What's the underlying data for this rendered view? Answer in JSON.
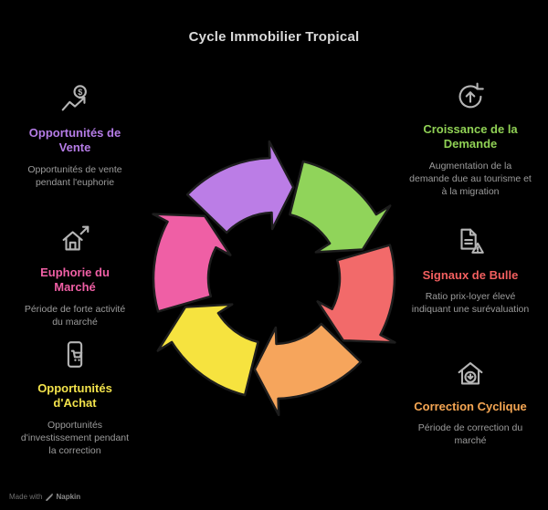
{
  "title": "Cycle Immobilier Tropical",
  "left_items": [
    {
      "icon": "money-trend-icon",
      "title": "Opportunités de Vente",
      "description": "Opportunités de vente pendant l'euphorie",
      "color": "#b57ce6"
    },
    {
      "icon": "house-up-arrow-icon",
      "title": "Euphorie du Marché",
      "description": "Période de forte activité du marché",
      "color": "#ef5fa5"
    },
    {
      "icon": "phone-cart-icon",
      "title": "Opportunités d'Achat",
      "description": "Opportunités d'investissement pendant la correction",
      "color": "#f2e24b"
    }
  ],
  "right_items": [
    {
      "icon": "cycle-arrow-icon",
      "title": "Croissance de la Demande",
      "description": "Augmentation de la demande due au tourisme et à la migration",
      "color": "#90d155"
    },
    {
      "icon": "alert-document-icon",
      "title": "Signaux de Bulle",
      "description": "Ratio prix-loyer élevé indiquant une surévaluation",
      "color": "#f25f5f"
    },
    {
      "icon": "house-down-arrow-icon",
      "title": "Correction Cyclique",
      "description": "Période de correction du marché",
      "color": "#f5a653"
    }
  ],
  "cycle": {
    "segments": [
      {
        "name": "top-purple",
        "color": "#bb7de6"
      },
      {
        "name": "upper-right-green",
        "color": "#90d45a"
      },
      {
        "name": "right-red",
        "color": "#f26a6a"
      },
      {
        "name": "bottom-orange",
        "color": "#f6a55c"
      },
      {
        "name": "lower-left-yellow",
        "color": "#f6e33f"
      },
      {
        "name": "left-pink",
        "color": "#ef5fa5"
      }
    ]
  },
  "footer": {
    "made_with": "Made with",
    "brand": "Napkin"
  }
}
